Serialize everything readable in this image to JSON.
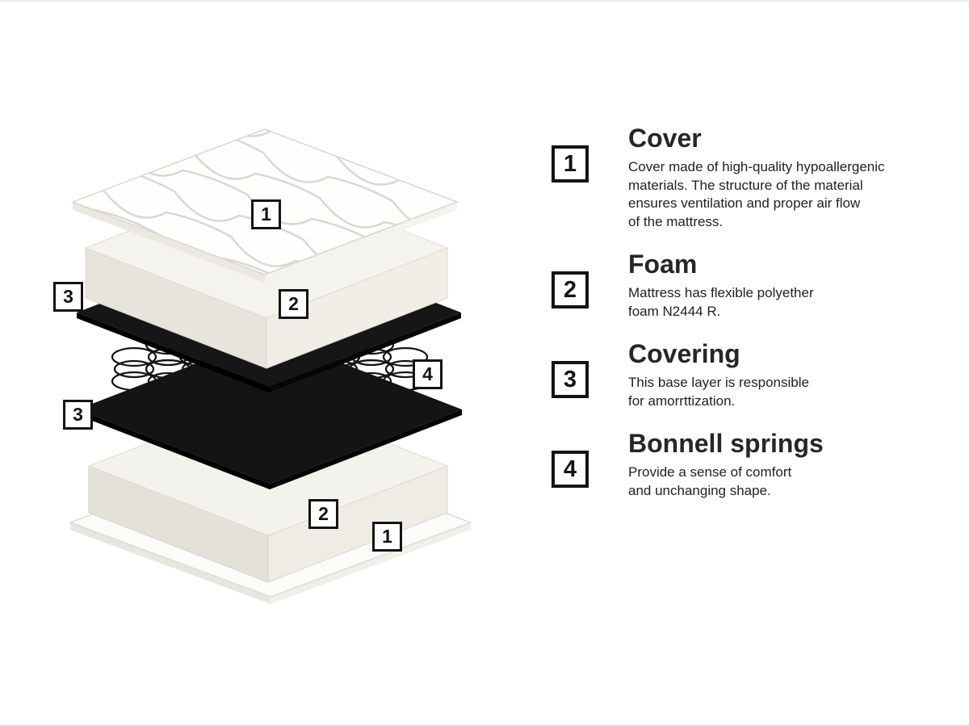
{
  "page": {
    "background": "#ffffff",
    "edge_color": "#eaeaea",
    "accent": "#141414"
  },
  "diagram": {
    "description": "Exploded isometric view of mattress layers",
    "markers": [
      {
        "n": "1"
      },
      {
        "n": "2"
      },
      {
        "n": "3"
      },
      {
        "n": "4"
      },
      {
        "n": "3"
      },
      {
        "n": "2"
      },
      {
        "n": "1"
      }
    ]
  },
  "legend": {
    "items": [
      {
        "num": "1",
        "title": "Cover",
        "desc": "Cover made of high-quality hypoallergenic\nmaterials. The structure of the material\nensures ventilation and proper air flow\nof the mattress."
      },
      {
        "num": "2",
        "title": "Foam",
        "desc": "Mattress has flexible polyether\nfoam N2444 R."
      },
      {
        "num": "3",
        "title": "Covering",
        "desc": "This base layer is responsible\nfor amorrttization."
      },
      {
        "num": "4",
        "title": "Bonnell springs",
        "desc": "Provide a sense of comfort\nand unchanging shape."
      }
    ]
  }
}
